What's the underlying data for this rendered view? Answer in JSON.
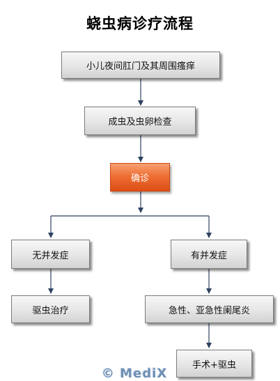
{
  "title": "蛲虫病诊疗流程",
  "nodes": {
    "symptom": "小儿夜间肛门及其周围瘙痒",
    "exam": "成虫及虫卵检查",
    "diagnosis": "确诊",
    "no_complication": "无并发症",
    "with_complication": "有并发症",
    "treatment": "驱虫治疗",
    "appendicitis": "急性、亚急性阑尾炎",
    "surgery": "手术+驱虫"
  },
  "watermark": "© MediX",
  "colors": {
    "accent": "#ef6f34",
    "connector": "#2e4260"
  }
}
